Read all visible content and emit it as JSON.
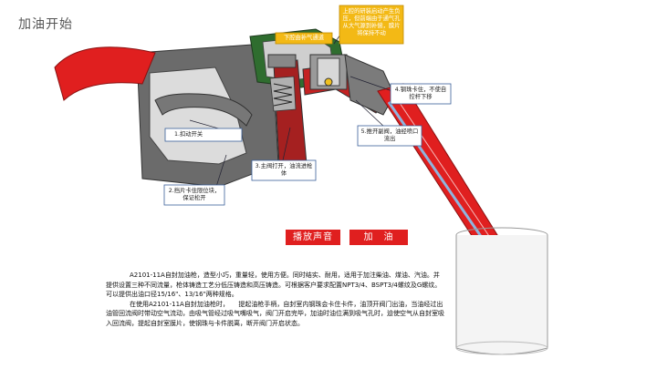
{
  "page": {
    "title": "加油开始"
  },
  "labels": {
    "trigger": "1.扣动开关",
    "spring_detent": "2.挡片卡住限位块，保证松开",
    "main_valve": "3.主阀打开，油流进枪体",
    "clamp": "4.钢珠卡住，不使自控杆下移",
    "push_valve": "5.推开副阀，油经喷口流出",
    "vacuum_top": "上腔的研装启动产生负压，但前端由于通气孔从大气源到补偿，膜片将保持不动",
    "vent_chamber": "下腔由补气通道"
  },
  "buttons": {
    "sound": "播放声音",
    "fuel": "加　油"
  },
  "description": {
    "p1": "A2101-11A自封加油枪，造型小巧，重量轻，使用方便。同时结实、耐用，适用于加注柴油、煤油、汽油。并提供设置三种不同流量，枪体铸造工艺分低压铸造和高压铸造。可根据客户要求配置NPT3/4、BSPT3/4螺纹及G螺纹。可以提供出油口径15/16\"、13/16\"两种规格。",
    "p2": "在使用A2101-11A自封加油枪时，　　提起油枪手柄，自封室内钢珠会卡住卡件，油顶开阀门出油，当油经过出油管回流阀时带动空气流动，由吸气管经过吸气嘴吸气，阀门开启完毕，加油时油位满到吸气孔时，迫使空气从自封室吸入回流阀，提起自封室膜片，使钢珠与卡件脱离，断开阀门开启状态。"
  },
  "colors": {
    "accent": "#e01f1f",
    "body_gray": "#6e6e6e",
    "label_border": "#3a5f9a",
    "note_fill": "#f3b915"
  }
}
